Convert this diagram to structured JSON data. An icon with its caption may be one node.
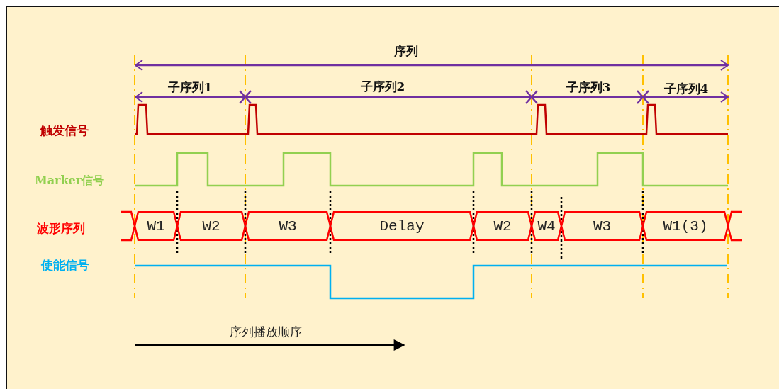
{
  "diagram": {
    "nodes": [
      {
        "text": [
          "W1"
        ]
      },
      {
        "text": [
          "W2"
        ]
      },
      {
        "text": [
          "W3"
        ]
      },
      {
        "text": [
          "Delay"
        ]
      },
      {
        "text": [
          "W2"
        ]
      },
      {
        "text": [
          "W4"
        ]
      },
      {
        "text": [
          "W3"
        ]
      },
      {
        "text": [
          "W1(3)"
        ]
      }
    ],
    "labels": [
      "序列",
      "子序列1",
      "子序列2",
      "子序列3",
      "子序列4",
      "触发信号",
      "Marker信号",
      "波形序列",
      "使能信号",
      "序列播放顺序"
    ]
  }
}
